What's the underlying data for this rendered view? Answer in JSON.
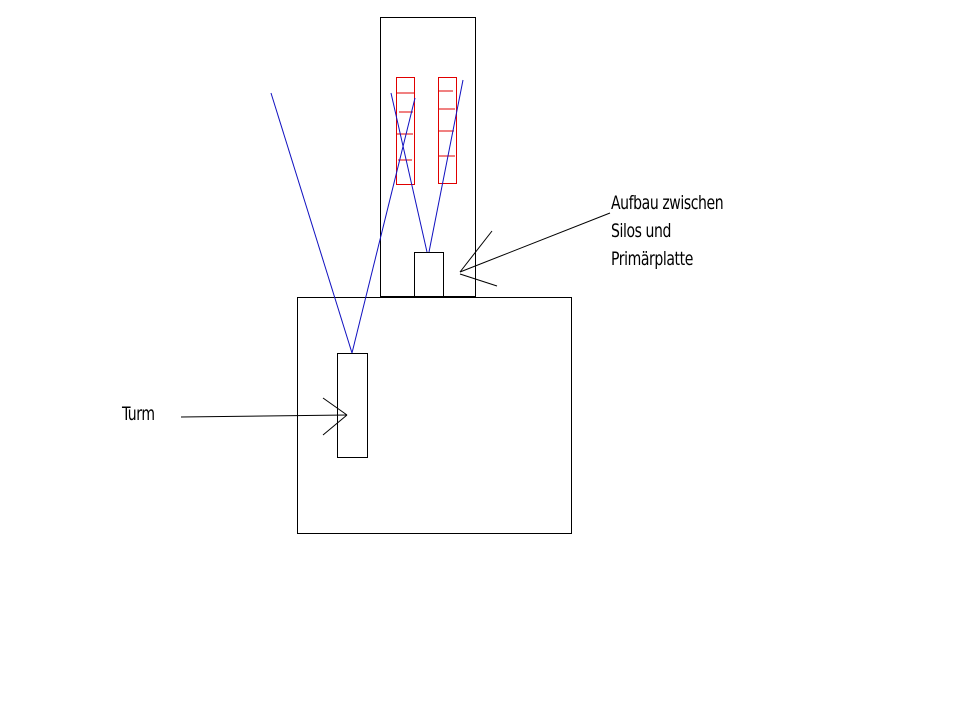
{
  "labels": {
    "turm": "Turm",
    "aufbau_line1": "Aufbau zwischen",
    "aufbau_line2": "Silos und",
    "aufbau_line3": "Primärplatte"
  },
  "colors": {
    "outline": "#000000",
    "silos": "#e00000",
    "rays": "#1010c0"
  }
}
